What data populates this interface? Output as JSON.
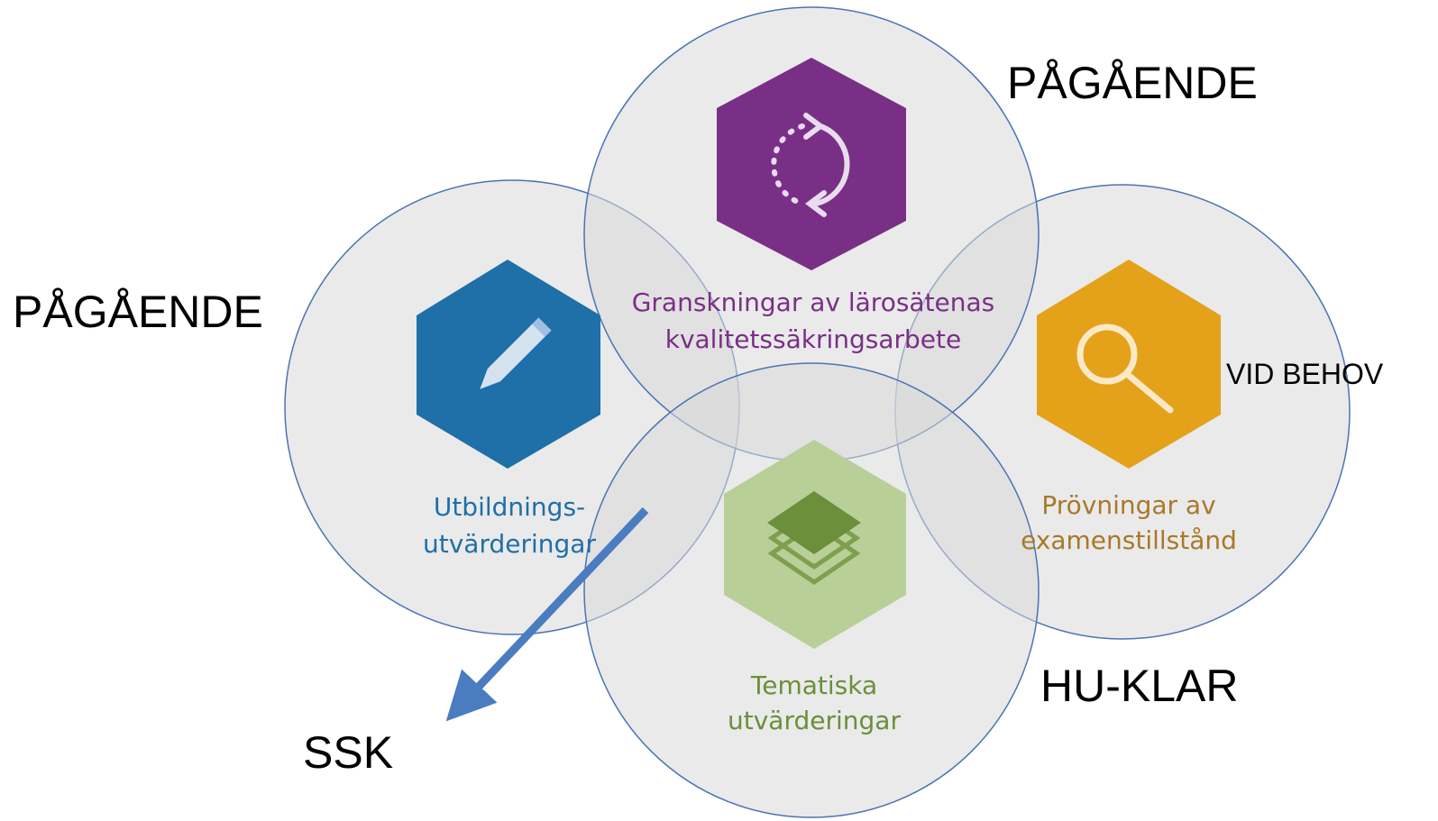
{
  "circles": [
    {
      "key": "granskningar",
      "label_lines": [
        "Granskningar av lärosätenas",
        "kvalitetssäkringsarbete"
      ],
      "color": "#7a2f86",
      "icon": "cycle-arrows-icon"
    },
    {
      "key": "utbildning",
      "label_lines": [
        "Utbildnings-",
        "utvärderingar"
      ],
      "color": "#1f6fa8",
      "icon": "pencil-icon"
    },
    {
      "key": "provningar",
      "label_lines": [
        "Prövningar av",
        "examenstillstånd"
      ],
      "color": "#e3a21a",
      "label_color": "#a8792a",
      "icon": "magnifier-icon"
    },
    {
      "key": "tematiska",
      "label_lines": [
        "Tematiska",
        "utvärderingar"
      ],
      "color": "#b9cf98",
      "label_color": "#6b8f3a",
      "icon": "layers-icon"
    }
  ],
  "status_labels": {
    "top_right": "PÅGÅENDE",
    "left": "PÅGÅENDE",
    "right": "VID BEHOV",
    "bottom_right": "HU-KLAR",
    "bottom_left": "SSK"
  },
  "circle_fill": "#d9d9d9",
  "circle_stroke": "#4a74b4",
  "arrow_color": "#4a7cc0"
}
